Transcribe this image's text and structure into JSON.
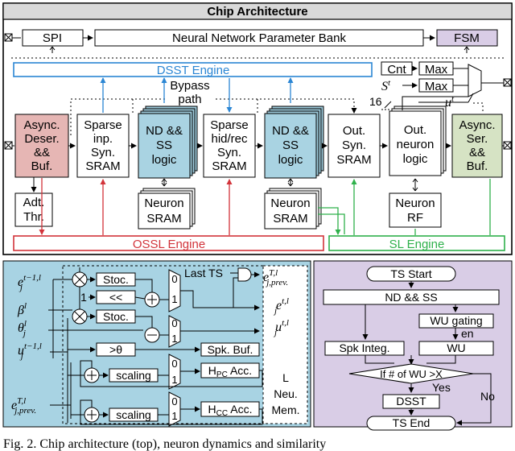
{
  "top": {
    "title": "Chip Architecture",
    "spi": "SPI",
    "param_bank": "Neural Network Parameter Bank",
    "fsm": "FSM",
    "dsst_engine": "DSST Engine",
    "ossl_engine": "OSSL Engine",
    "sl_engine": "SL Engine",
    "bypass": [
      "Bypass",
      "path"
    ],
    "async_deser": [
      "Async.",
      "Deser.",
      "&&",
      "Buf."
    ],
    "sparse_inp": [
      "Sparse",
      "inp.",
      "Syn.",
      "SRAM"
    ],
    "nd_ss_1": [
      "ND &&",
      "SS",
      "logic"
    ],
    "sparse_hid": [
      "Sparse",
      "hid/rec",
      "Syn.",
      "SRAM"
    ],
    "nd_ss_2": [
      "ND &&",
      "SS",
      "logic"
    ],
    "out_syn": [
      "Out.",
      "Syn.",
      "SRAM"
    ],
    "out_neuron": [
      "Out.",
      "neuron",
      "logic"
    ],
    "async_ser": [
      "Async.",
      "Ser.",
      "&&",
      "Buf."
    ],
    "adt_thr": [
      "Adt.",
      "Thr."
    ],
    "neuron_sram_1": [
      "Neuron",
      "SRAM"
    ],
    "neuron_sram_2": [
      "Neuron",
      "SRAM"
    ],
    "neuron_rf": [
      "Neuron",
      "RF"
    ],
    "cnt": "Cnt",
    "max1": "Max",
    "max2": "Max",
    "s_t": "S",
    "s_t_sup": "t",
    "u_t": "u",
    "u_t_sup": "t",
    "bus16": "16"
  },
  "bl": {
    "stoc1": "Stoc.",
    "shift": "<<",
    "stoc2": "Stoc.",
    "gt_theta": ">θ",
    "scaling1": "scaling",
    "scaling2": "scaling",
    "last_ts": "Last TS",
    "spk_buf": "Spk. Buf.",
    "hpc_acc": "H",
    "hpc_sub": "PC",
    "hpc_suffix": " Acc.",
    "hcc_acc": "H",
    "hcc_sub": "CC",
    "hcc_suffix": " Acc.",
    "one": "1",
    "mux_labels": [
      "0",
      "1",
      "0",
      "1",
      "0",
      "1",
      "0",
      "1"
    ],
    "l_neu_mem": [
      "L",
      "Neu.",
      "Mem."
    ],
    "in_e": "e",
    "in_e_sub": "j",
    "in_e_sup": "t−1,l",
    "in_beta": "β",
    "in_beta_sup": "l",
    "in_theta": "θ",
    "in_theta_sub": "j",
    "in_theta_sup": "l",
    "in_u": "u",
    "in_u_sub": "j",
    "in_u_sup": "t−1,l",
    "in_eprev": "e",
    "in_eprev_sub": "j,prev.",
    "in_eprev_sup": "T,l",
    "out_eprev": "e",
    "out_eprev_sub": "j,prev.",
    "out_eprev_sup": "T,l",
    "out_e": "e",
    "out_e_sub": "j",
    "out_e_sup": "t,l",
    "out_u": "u",
    "out_u_sub": "j",
    "out_u_sup": "t,l"
  },
  "br": {
    "ts_start": "TS Start",
    "nd_ss": "ND && SS",
    "wu_gating": "WU gating",
    "en": "en",
    "spk_integ": "Spk Integ.",
    "wu": "WU",
    "decision": "If # of WU >X",
    "yes": "Yes",
    "no": "No",
    "dsst": "DSST",
    "ts_end": "TS End"
  },
  "caption": "Fig. 2. Chip architecture (top), neuron dynamics and similarity"
}
